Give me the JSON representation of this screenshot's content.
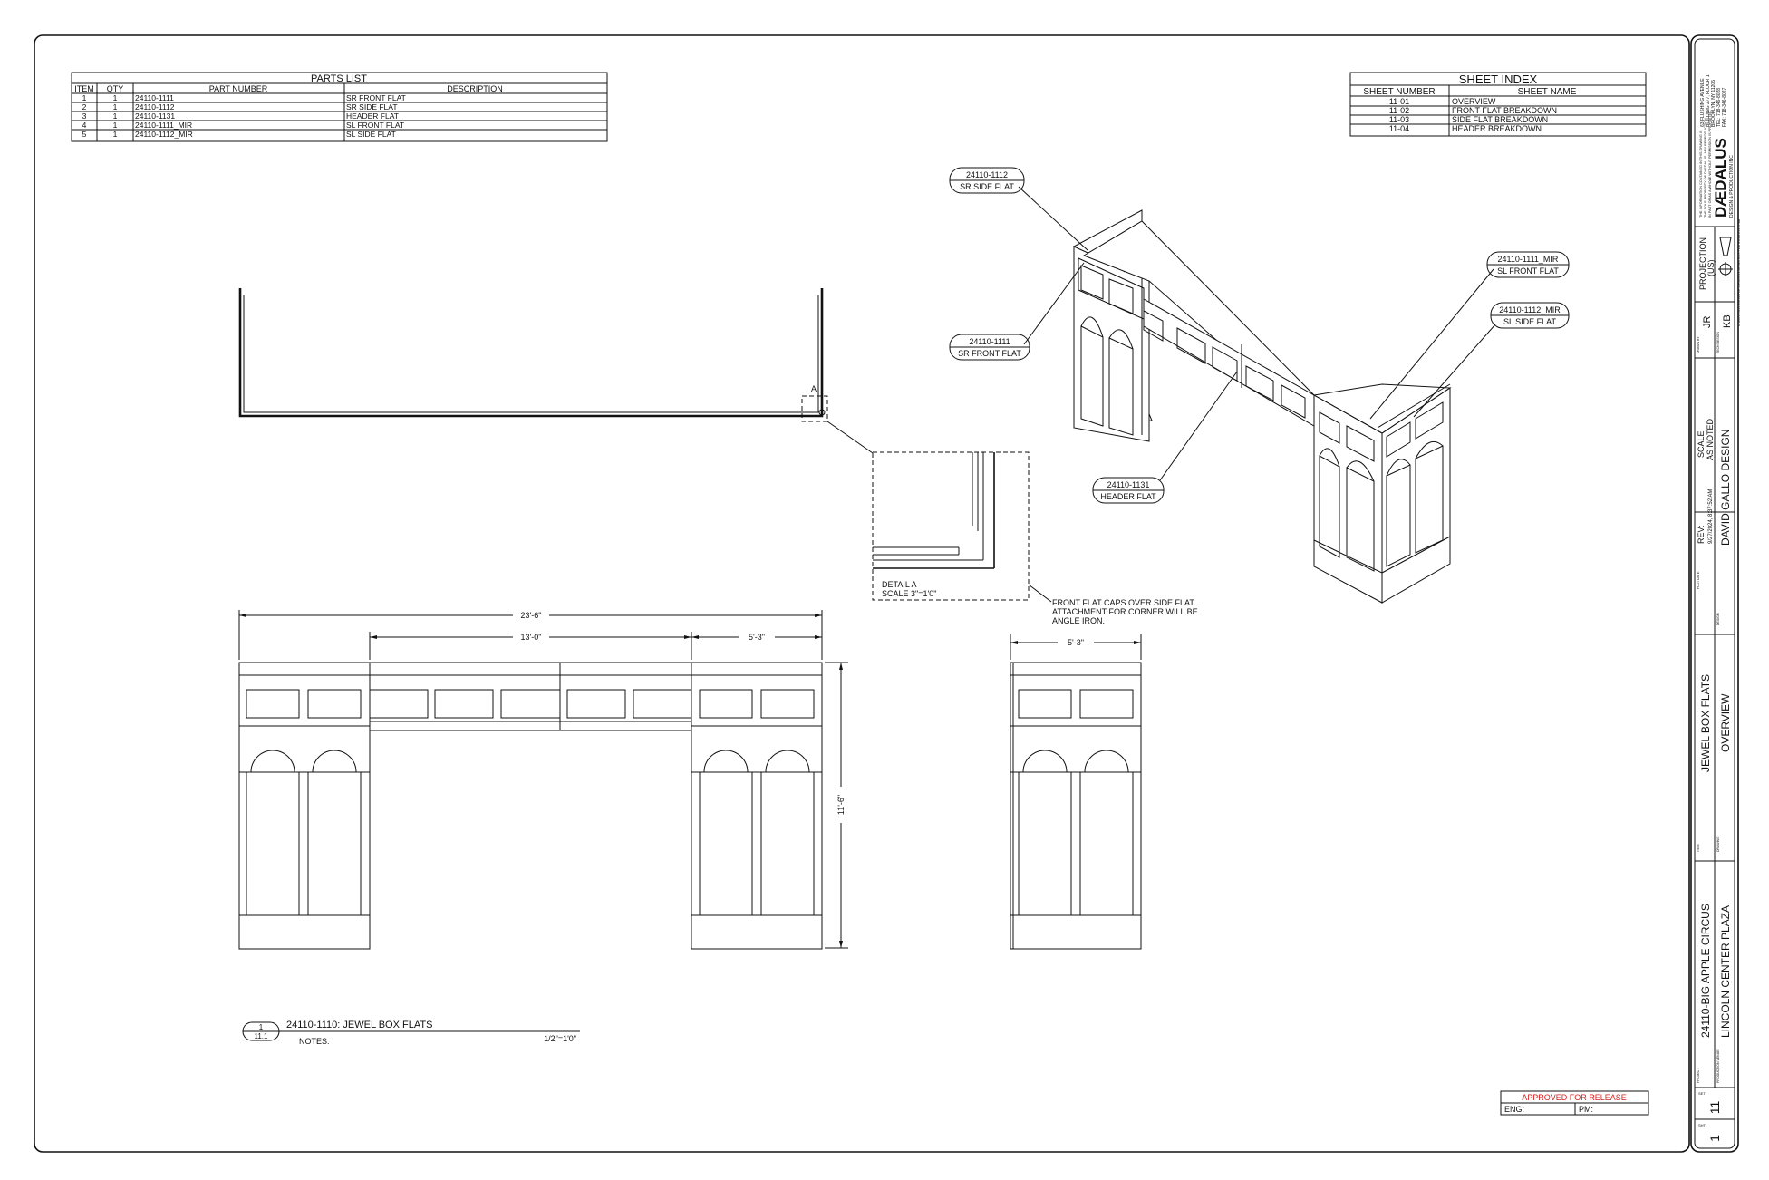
{
  "parts_list": {
    "title": "PARTS LIST",
    "headers": [
      "ITEM",
      "QTY",
      "PART NUMBER",
      "DESCRIPTION"
    ],
    "rows": [
      [
        "1",
        "1",
        "24110-1111",
        "SR FRONT FLAT"
      ],
      [
        "2",
        "1",
        "24110-1112",
        "SR SIDE FLAT"
      ],
      [
        "3",
        "1",
        "24110-1131",
        "HEADER FLAT"
      ],
      [
        "4",
        "1",
        "24110-1111_MIR",
        "SL FRONT FLAT"
      ],
      [
        "5",
        "1",
        "24110-1112_MIR",
        "SL SIDE FLAT"
      ]
    ]
  },
  "sheet_index": {
    "title": "SHEET INDEX",
    "headers": [
      "SHEET NUMBER",
      "SHEET NAME"
    ],
    "rows": [
      [
        "11-01",
        "OVERVIEW"
      ],
      [
        "11-02",
        "FRONT FLAT BREAKDOWN"
      ],
      [
        "11-03",
        "SIDE FLAT BREAKDOWN"
      ],
      [
        "11-04",
        "HEADER BREAKDOWN"
      ]
    ]
  },
  "callouts": {
    "sr_side": {
      "part": "24110-1112",
      "name": "SR SIDE FLAT"
    },
    "sr_front": {
      "part": "24110-1111",
      "name": "SR FRONT FLAT"
    },
    "header": {
      "part": "24110-1131",
      "name": "HEADER FLAT"
    },
    "sl_front": {
      "part": "24110-1111_MIR",
      "name": "SL FRONT FLAT"
    },
    "sl_side": {
      "part": "24110-1112_MIR",
      "name": "SL SIDE FLAT"
    }
  },
  "detail": {
    "marker": "A",
    "label": "DETAIL  A",
    "scale": "SCALE 3\"=1'0\"",
    "note_lines": [
      "FRONT FLAT CAPS OVER SIDE FLAT.",
      "ATTACHMENT FOR CORNER WILL BE",
      "ANGLE IRON."
    ]
  },
  "dimensions": {
    "overall_width": "23'-6\"",
    "header_width": "13'-0\"",
    "front_width": "5'-3\"",
    "height": "11'-6\"",
    "side_width": "5'-3\""
  },
  "view_label": {
    "number": "1",
    "sheet": "11.1",
    "title": "24110-1110: JEWEL BOX FLATS",
    "notes": "NOTES:",
    "scale": "1/2\"=1'0\""
  },
  "approval": {
    "title": "APPROVED FOR RELEASE",
    "eng": "ENG:",
    "pm": "PM:"
  },
  "title_block": {
    "company": "DÆDALUS",
    "company_sub": "DESIGN & PRODUCTION INC",
    "address_lines": [
      "63 FLUSHING AVENUE",
      "BUILDING 277, FLOOR 1",
      "BROOKLYN, NY 11205",
      "TEL: 718-346-8028",
      "FAX: 718-346-8027"
    ],
    "legal_lines": [
      "THE INFORMATION CONTAINED IN THIS DRAWING IS",
      "THE SOLE PROPERTY OF DAEDALUS. ANY REPRODUCTION",
      "IN PART OR AS A WHOLE WITHOUT PERMISSION IS PROHIBITED."
    ],
    "file_path": "C:\\Jobs\\24110-BIG APPLE CIRCUS\\11-JEWEL BOX FLATS\\24110-1110.idw",
    "projection_label": "PROJECTION",
    "projection_value": "(US)",
    "drawn_label": "DRAWN BY",
    "drawn": "JR",
    "checked_label": "TECH DESIGN",
    "checked": "KB",
    "scale_label": "SCALE",
    "scale": "AS NOTED",
    "rev_label": "REV:",
    "plot_date_label": "PLOT DATE:",
    "plot_date": "9/27/2024, 8:37:52 AM",
    "design_label": "DESIGN:",
    "designer": "DAVID GALLO DESIGN",
    "item_label": "ITEM:",
    "item": "JEWEL BOX FLATS",
    "drawing_label": "DRAWING:",
    "drawing": "OVERVIEW",
    "project_label": "PROJECT:",
    "project": "24110-BIG APPLE CIRCUS",
    "production_label": "PRODUCTION VENUE:",
    "venue": "LINCOLN CENTER PLAZA",
    "set_label": "SET",
    "set": "11",
    "sht_label": "SHT",
    "sheet": "1"
  }
}
